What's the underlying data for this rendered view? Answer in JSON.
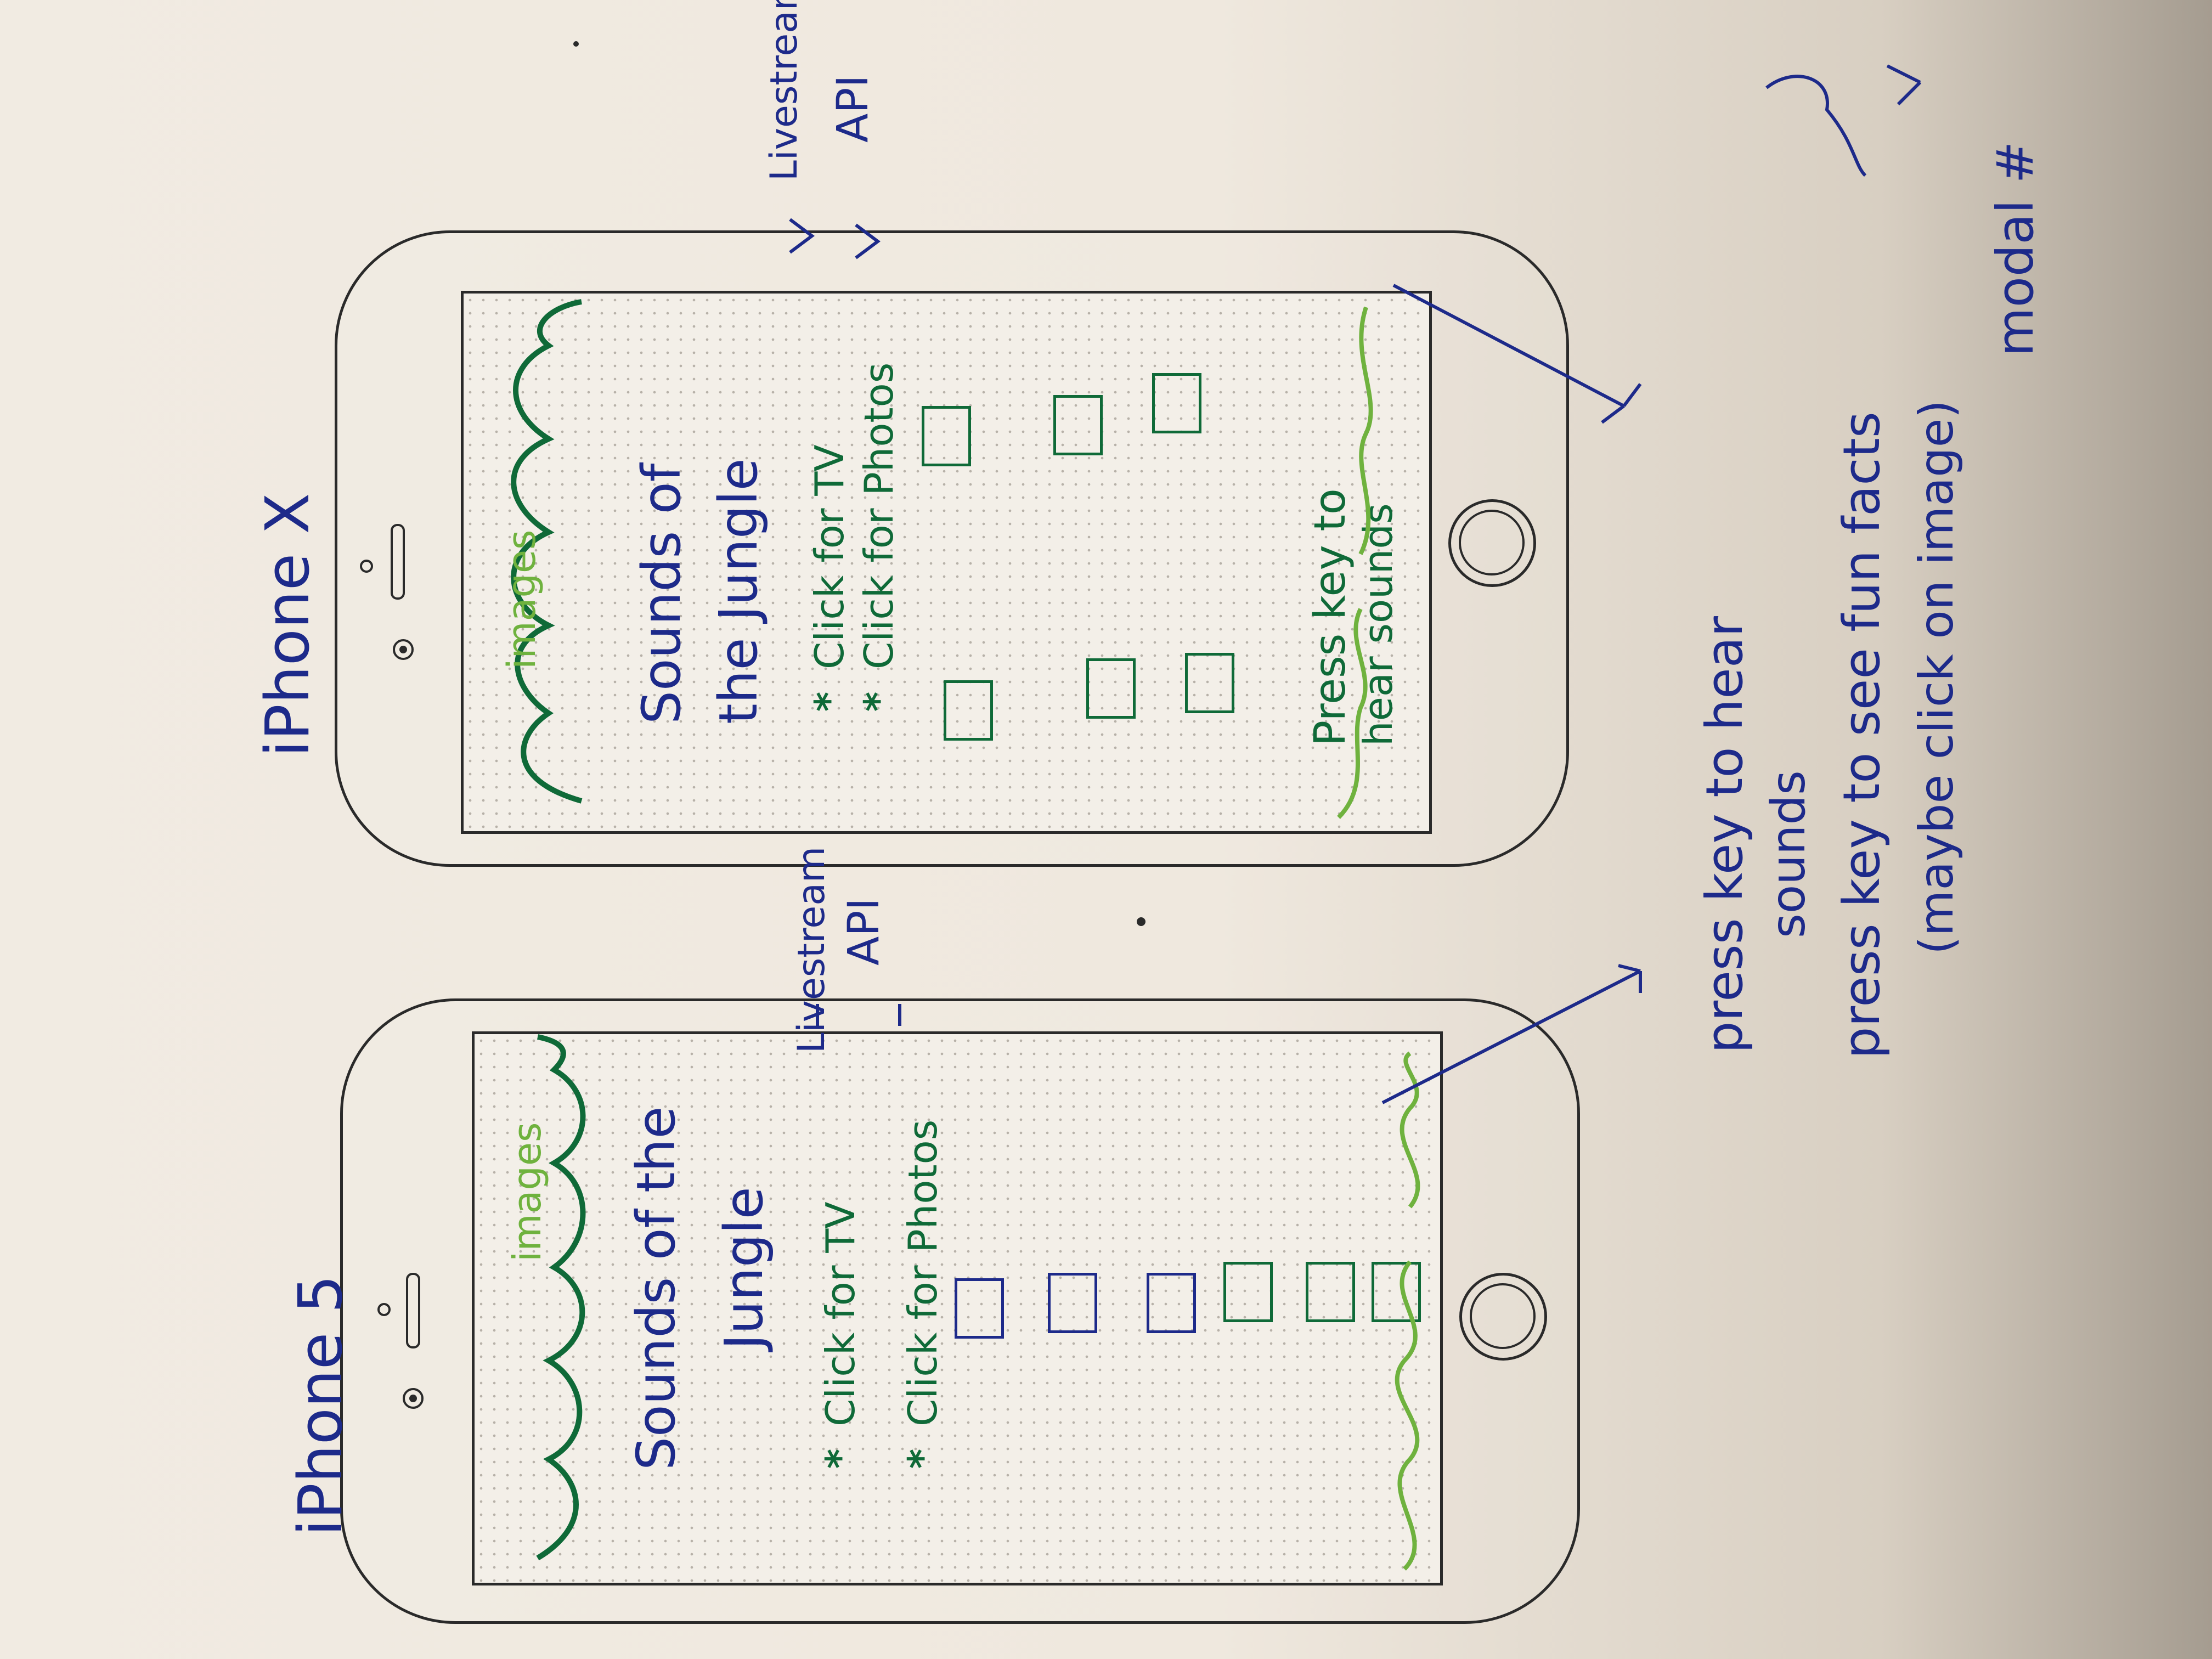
{
  "phones": {
    "iphone5": {
      "label": "iPhone 5",
      "top_banner": "images",
      "title_line1": "Sounds of the",
      "title_line2": "Jungle",
      "bullet": "*",
      "link_tv": "Click for TV",
      "link_photos": "Click for Photos",
      "thumb_count": 6
    },
    "iphonex": {
      "label": "iPhone X",
      "top_banner": "images",
      "title_line1": "Sounds of",
      "title_line2": "the Jungle",
      "bullet": "*",
      "link_tv": "Click for TV",
      "link_photos": "Click for Photos",
      "footer_line1": "Press key to",
      "footer_line2": "hear sounds",
      "thumb_count": 6
    }
  },
  "annotations": {
    "api_left_line1": "Livestream",
    "api_left_line2": "API",
    "api_right_line1": "Livestream",
    "api_right_line2": "API",
    "note_1": "press key to hear",
    "note_2": "sounds",
    "note_3": "press key to see fun facts",
    "note_4": "(maybe click on image)",
    "note_5": "modal #"
  },
  "colors": {
    "ink_blue": "#1d2a8a",
    "ink_green": "#0f6a38",
    "ink_lightgreen": "#6fb23e",
    "paper": "#f1ebe2",
    "outline": "#2a2a2a"
  }
}
